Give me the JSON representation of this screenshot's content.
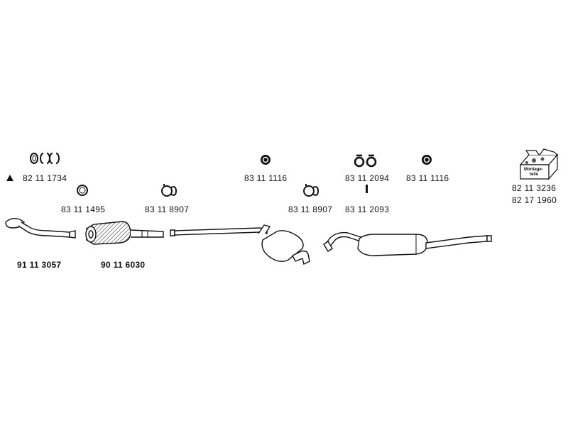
{
  "parts": {
    "gasket_kit": "82 11 1734",
    "ring_gasket": "83 11 1495",
    "clamp_1": "83 11 8907",
    "flange_gasket_1": "83 11 1116",
    "clamp_2": "83 11 8907",
    "rubber_mount_pair": "83 11 2094",
    "hanger_pin": "83 11 2093",
    "flange_gasket_2": "83 11 1116",
    "mounting_kit_1": "82 11 3236",
    "mounting_kit_2": "82 17 1960",
    "front_pipe": "91 11 3057",
    "catalytic_converter": "90 11 6030"
  },
  "mounting_box_text": [
    "Montage-",
    "teile"
  ],
  "colors": {
    "line": "#111111",
    "fill": "#ffffff",
    "shade": "#555555"
  }
}
